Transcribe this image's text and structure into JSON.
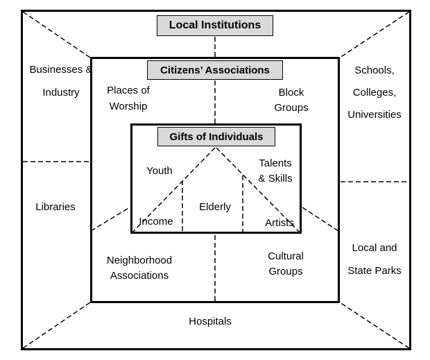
{
  "colors": {
    "background": "#ffffff",
    "line": "#000000",
    "title_box_fill": "#d9d9d9",
    "title_box_border": "#000000"
  },
  "titles": {
    "outer": "Local Institutions",
    "middle": "Citizens’ Associations",
    "inner": "Gifts of Individuals"
  },
  "outer_ring": {
    "businesses_industry": {
      "lines": [
        "Businesses &",
        "Industry"
      ]
    },
    "schools_colleges_universities": {
      "lines": [
        "Schools,",
        "Colleges,",
        "Universities"
      ]
    },
    "libraries": {
      "lines": [
        "Libraries"
      ]
    },
    "local_state_parks": {
      "lines": [
        "Local and",
        "State Parks"
      ]
    },
    "hospitals": {
      "lines": [
        "Hospitals"
      ]
    }
  },
  "middle_ring": {
    "places_of_worship": {
      "lines": [
        "Places of",
        "Worship"
      ]
    },
    "block_groups": {
      "lines": [
        "Block",
        "Groups"
      ]
    },
    "neighborhood_associations": {
      "lines": [
        "Neighborhood",
        "Associations"
      ]
    },
    "cultural_groups": {
      "lines": [
        "Cultural",
        "Groups"
      ]
    }
  },
  "inner_area": {
    "youth": {
      "lines": [
        "Youth"
      ]
    },
    "talents_skills": {
      "lines": [
        "Talents",
        "& Skills"
      ]
    },
    "elderly": {
      "lines": [
        "Elderly"
      ]
    },
    "income": {
      "lines": [
        "Income"
      ]
    },
    "artists": {
      "lines": [
        "Artists"
      ]
    }
  }
}
